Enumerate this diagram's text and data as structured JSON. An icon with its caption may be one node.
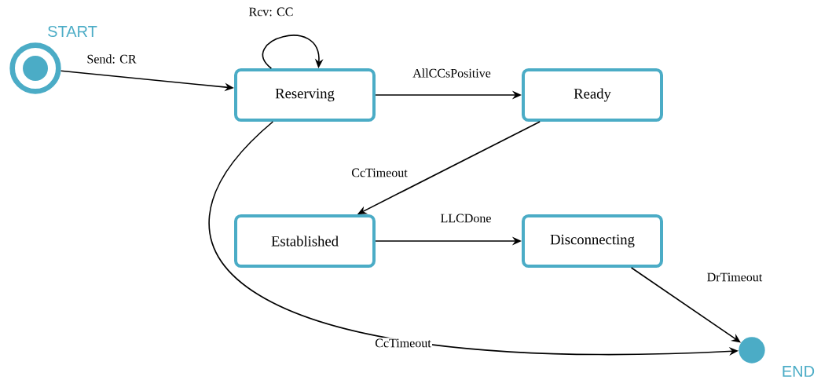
{
  "diagram": {
    "nodes": [
      {
        "text": [],
        "shape": "ring",
        "beside": [
          "START"
        ]
      },
      {
        "text": [
          "Reserving"
        ]
      },
      {
        "text": [
          "Ready"
        ]
      },
      {
        "text": [
          "Established"
        ]
      },
      {
        "text": [
          "Disconnecting"
        ]
      },
      {
        "text": [],
        "shape": "circle",
        "beside": [
          "END"
        ]
      }
    ],
    "edges": [
      {
        "from": 0,
        "to": 1,
        "arrow": "to",
        "label": "Send: CR"
      },
      {
        "from": 1,
        "to": 1,
        "arrow": "to",
        "label": "Rcv: CC"
      },
      {
        "from": 1,
        "to": 2,
        "arrow": "to",
        "label": "AllCCsPositive"
      },
      {
        "from": 2,
        "to": 3,
        "arrow": "to",
        "label": "CcTimeout"
      },
      {
        "from": 3,
        "to": 4,
        "arrow": "to",
        "label": "LLCDone"
      },
      {
        "from": 4,
        "to": 5,
        "arrow": "to",
        "label": "DrTimeout"
      },
      {
        "from": 1,
        "to": 5,
        "arrow": "to",
        "label": "CcTimeout"
      }
    ]
  }
}
